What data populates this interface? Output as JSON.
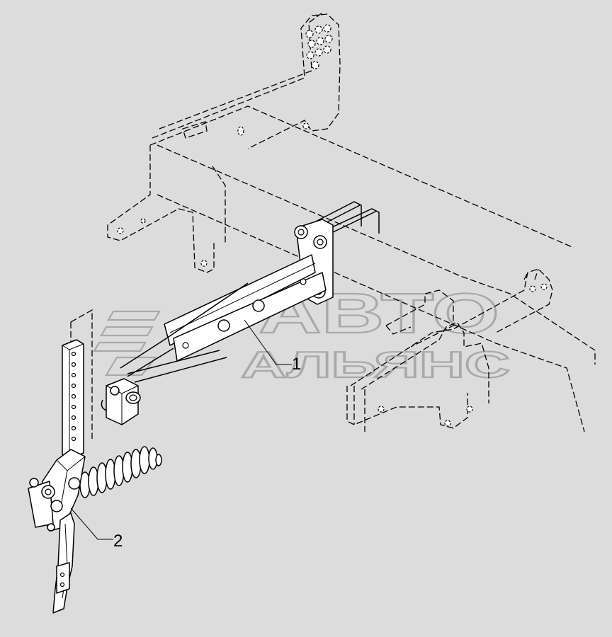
{
  "callouts": [
    {
      "label": "1"
    },
    {
      "label": "2"
    }
  ],
  "watermark": {
    "line1": "АВТО",
    "line2": "АЛЬЯНС",
    "color": "#a9a9a9"
  },
  "colors": {
    "background": "#dcdcdc",
    "stroke": "#000000",
    "part_fill": "#ffffff"
  }
}
